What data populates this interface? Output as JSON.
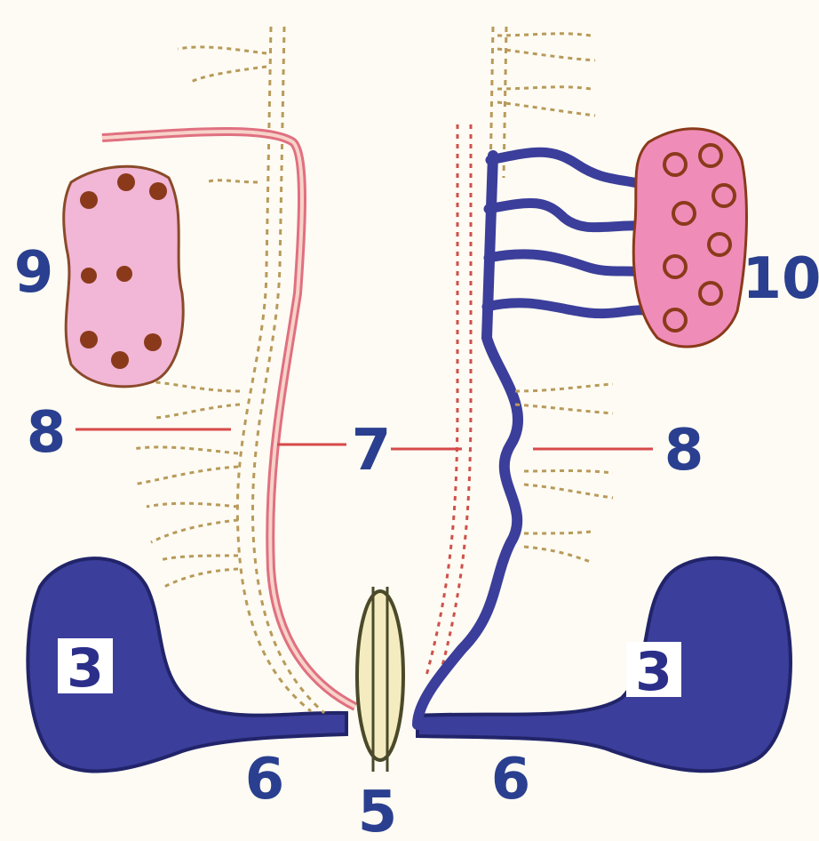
{
  "labels": {
    "node_3_left": "3",
    "node_3_right": "3",
    "node_5": "5",
    "node_6_left": "6",
    "node_6_right": "6",
    "node_7": "7",
    "node_8_left": "8",
    "node_8_right": "8",
    "node_9": "9",
    "node_10": "10"
  },
  "colors": {
    "hemisphere": "#3b3e9a",
    "red_fiber": "#e06a7a",
    "dotted_fiber": "#c7a45a",
    "label_blue": "#2a3f8f",
    "organ_9": "#f2b6d6",
    "organ_10": "#f08cb8"
  }
}
